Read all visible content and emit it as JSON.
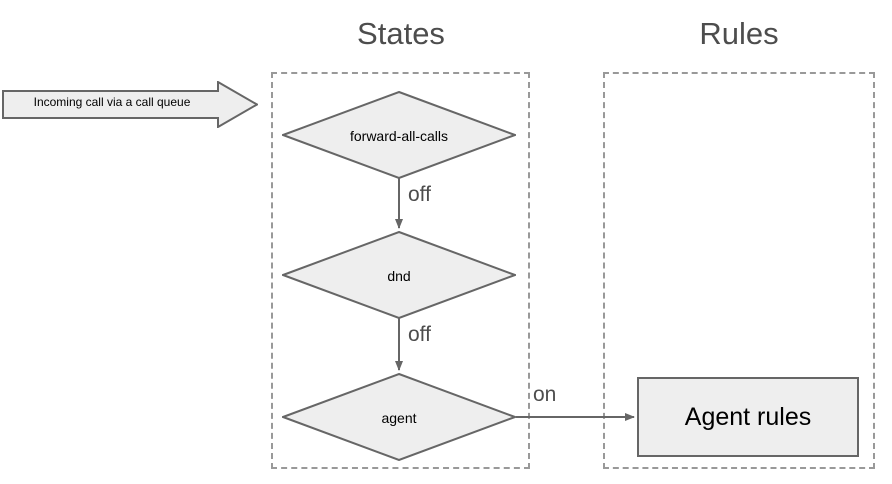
{
  "diagram": {
    "columns": [
      {
        "id": "states",
        "title": "States"
      },
      {
        "id": "rules",
        "title": "Rules"
      }
    ],
    "entry": {
      "label": "Incoming call via a call queue",
      "shape": "block-arrow",
      "fill": "#eeeeee",
      "stroke": "#666666"
    },
    "states": [
      {
        "id": "forward-all-calls",
        "label": "forward-all-calls",
        "shape": "diamond"
      },
      {
        "id": "dnd",
        "label": "dnd",
        "shape": "diamond"
      },
      {
        "id": "agent",
        "label": "agent",
        "shape": "diamond"
      }
    ],
    "rules": [
      {
        "id": "agent-rules",
        "label": "Agent rules",
        "shape": "rectangle"
      }
    ],
    "edges": [
      {
        "from": "forward-all-calls",
        "to": "dnd",
        "label": "off",
        "direction": "down"
      },
      {
        "from": "dnd",
        "to": "agent",
        "label": "off",
        "direction": "down"
      },
      {
        "from": "agent",
        "to": "agent-rules",
        "label": "on",
        "direction": "right"
      }
    ],
    "colors": {
      "node_fill": "#eeeeee",
      "node_stroke": "#666666",
      "group_stroke": "#999999",
      "title_text": "#4d4d4d",
      "edge_label_text": "#4d4d4d",
      "connector": "#666666",
      "background": "#ffffff"
    }
  }
}
